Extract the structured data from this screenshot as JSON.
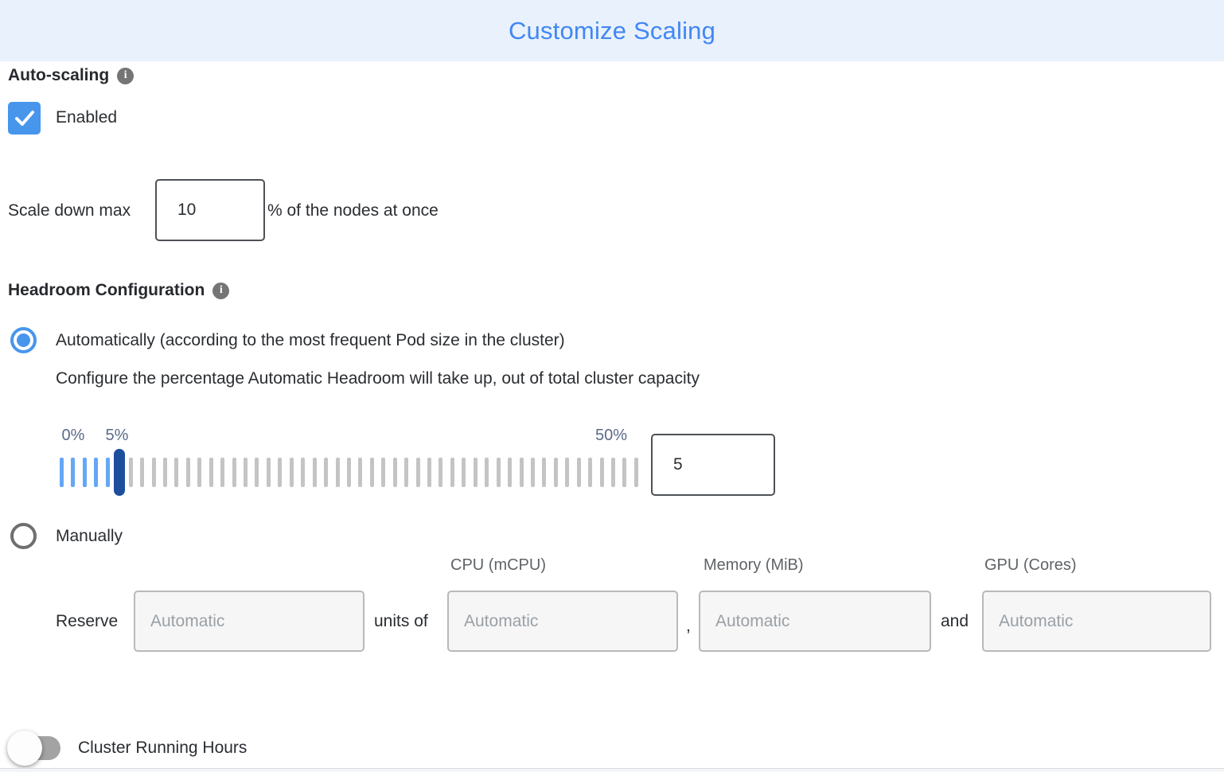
{
  "header": {
    "title": "Customize Scaling"
  },
  "auto_scaling": {
    "label": "Auto-scaling",
    "enabled_label": "Enabled",
    "enabled_checked": true
  },
  "scale_down": {
    "prefix": "Scale down max",
    "value": "10",
    "suffix": "% of the nodes at once"
  },
  "headroom": {
    "label": "Headroom Configuration",
    "automatic": {
      "label": "Automatically (according to the most frequent Pod size in the cluster)",
      "selected": true,
      "description": "Configure the percentage Automatic Headroom will take up, out of total cluster capacity"
    },
    "slider": {
      "min_label": "0%",
      "current_label": "5%",
      "max_label": "50%",
      "value": "5",
      "tick_count": 51,
      "active_ticks": 6,
      "thumb_index": 5,
      "min": 0,
      "max": 50
    },
    "manual": {
      "label": "Manually",
      "selected": false,
      "columns": [
        "CPU (mCPU)",
        "Memory (MiB)",
        "GPU (Cores)"
      ],
      "reserve_label": "Reserve",
      "units_of_label": "units of",
      "comma": ",",
      "and_label": "and",
      "count_placeholder": "Automatic",
      "cpu_placeholder": "Automatic",
      "memory_placeholder": "Automatic",
      "gpu_placeholder": "Automatic"
    }
  },
  "cluster_running_hours": {
    "label": "Cluster Running Hours",
    "enabled": false
  },
  "colors": {
    "header_bg": "#e9f1fd",
    "title_blue": "#4187f2",
    "accent_blue": "#4796ec",
    "tick_blue": "#64a7f6",
    "thumb_navy": "#1d4e9d",
    "tick_gray": "#c4c4c4",
    "label_slate": "#5a6a8a",
    "info_gray": "#757575"
  }
}
